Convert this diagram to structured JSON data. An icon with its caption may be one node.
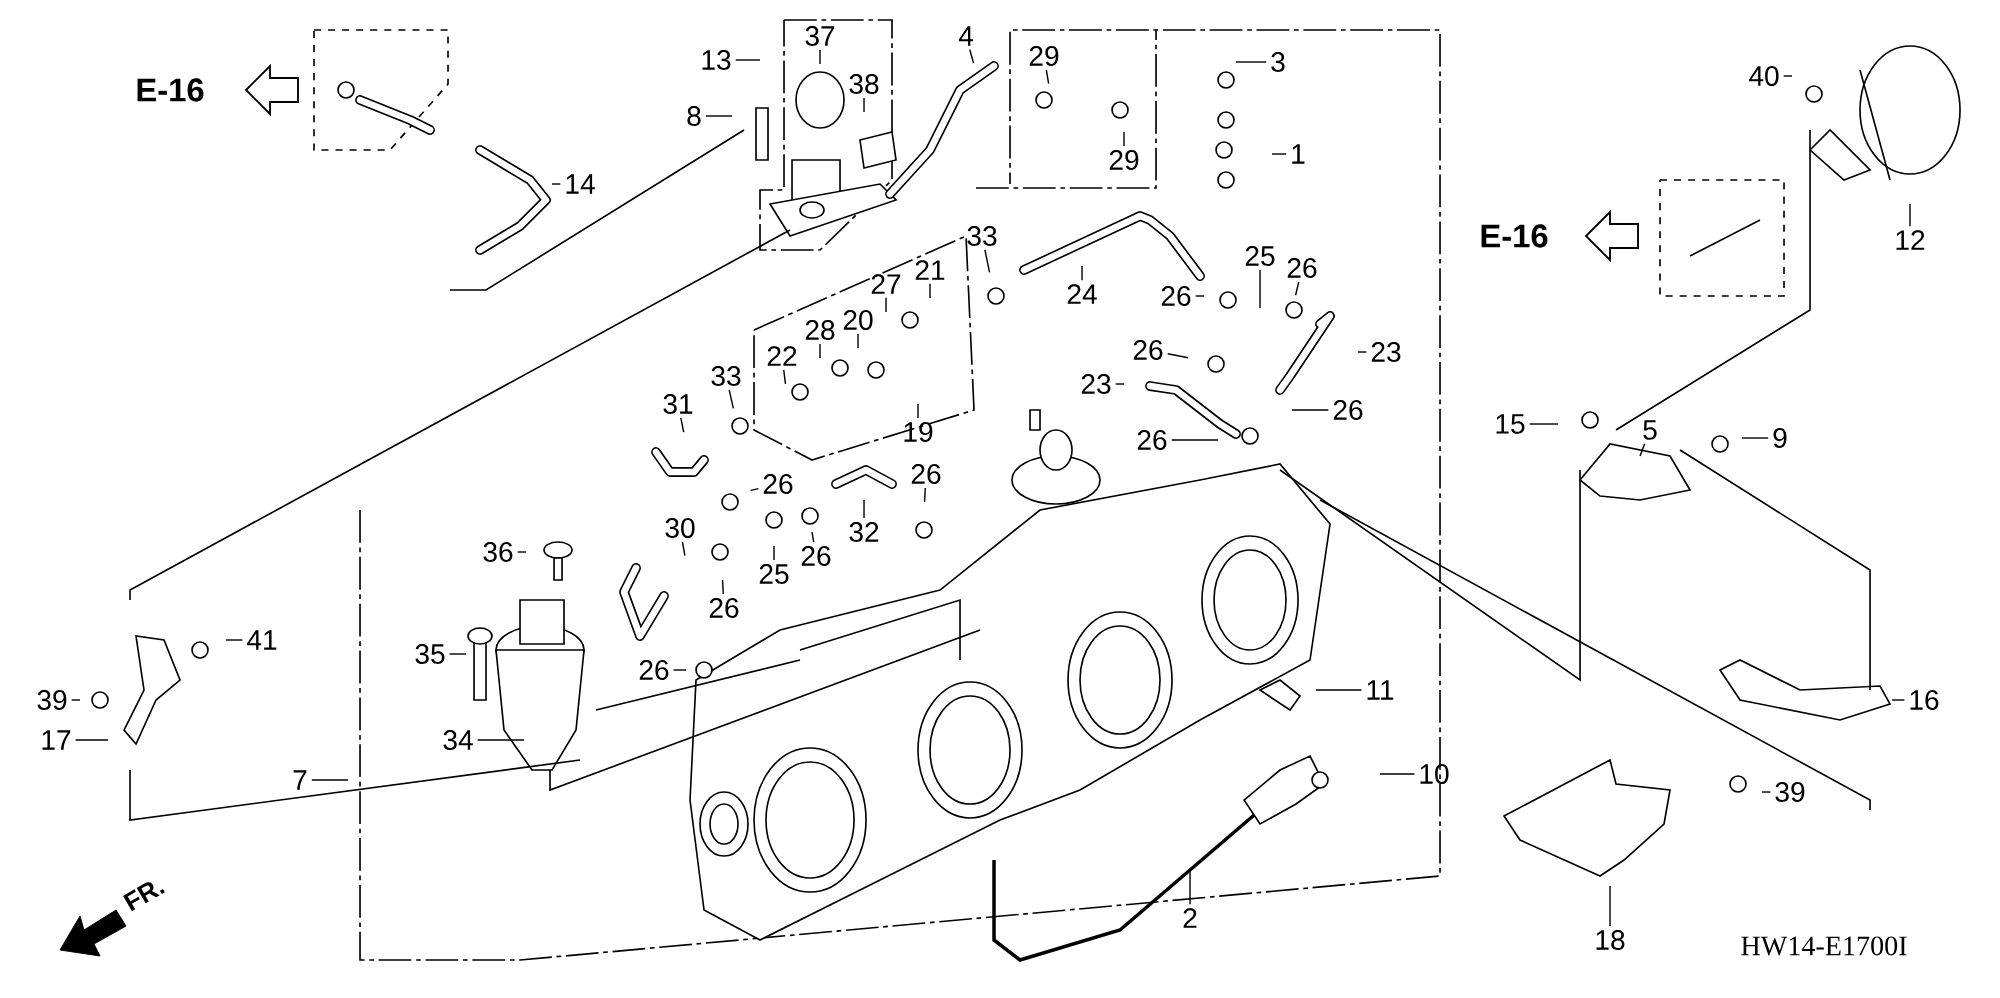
{
  "diagram": {
    "nodes": [
      {
        "text": [
          "37"
        ]
      },
      {
        "text": [
          "13"
        ]
      },
      {
        "text": [
          "38"
        ]
      },
      {
        "text": [
          "4"
        ]
      },
      {
        "text": [
          "8"
        ]
      },
      {
        "text": [
          "14"
        ]
      },
      {
        "text": [
          "29"
        ]
      },
      {
        "text": [
          "29"
        ]
      },
      {
        "text": [
          "3"
        ]
      },
      {
        "text": [
          "1"
        ]
      },
      {
        "text": [
          "33"
        ]
      },
      {
        "text": [
          "21"
        ]
      },
      {
        "text": [
          "27"
        ]
      },
      {
        "text": [
          "20"
        ]
      },
      {
        "text": [
          "28"
        ]
      },
      {
        "text": [
          "22"
        ]
      },
      {
        "text": [
          "33"
        ]
      },
      {
        "text": [
          "19"
        ]
      },
      {
        "text": [
          "31"
        ]
      },
      {
        "text": [
          "24"
        ]
      },
      {
        "text": [
          "26"
        ]
      },
      {
        "text": [
          "25"
        ]
      },
      {
        "text": [
          "26"
        ]
      },
      {
        "text": [
          "23"
        ]
      },
      {
        "text": [
          "26"
        ]
      },
      {
        "text": [
          "23"
        ]
      },
      {
        "text": [
          "26"
        ]
      },
      {
        "text": [
          "26"
        ]
      },
      {
        "text": [
          "26"
        ]
      },
      {
        "text": [
          "26"
        ]
      },
      {
        "text": [
          "32"
        ]
      },
      {
        "text": [
          "30"
        ]
      },
      {
        "text": [
          "26"
        ]
      },
      {
        "text": [
          "25"
        ]
      },
      {
        "text": [
          "26"
        ]
      },
      {
        "text": [
          "36"
        ]
      },
      {
        "text": [
          "35"
        ]
      },
      {
        "text": [
          "26"
        ]
      },
      {
        "text": [
          "34"
        ]
      },
      {
        "text": [
          "7"
        ]
      },
      {
        "text": [
          "41"
        ]
      },
      {
        "text": [
          "39"
        ]
      },
      {
        "text": [
          "17"
        ]
      },
      {
        "text": [
          "40"
        ]
      },
      {
        "text": [
          "12"
        ]
      },
      {
        "text": [
          "15"
        ]
      },
      {
        "text": [
          "5"
        ]
      },
      {
        "text": [
          "9"
        ]
      },
      {
        "text": [
          "11"
        ]
      },
      {
        "text": [
          "10"
        ]
      },
      {
        "text": [
          "2"
        ]
      },
      {
        "text": [
          "16"
        ]
      },
      {
        "text": [
          "39"
        ]
      },
      {
        "text": [
          "18"
        ]
      }
    ],
    "edges": [
      {
        "from": 0,
        "to": null,
        "arrow": "none"
      },
      {
        "from": 1,
        "to": null,
        "arrow": "none"
      },
      {
        "from": 2,
        "to": null,
        "arrow": "none"
      },
      {
        "from": 3,
        "to": null,
        "arrow": "none"
      },
      {
        "from": 4,
        "to": null,
        "arrow": "none"
      },
      {
        "from": 5,
        "to": null,
        "arrow": "none"
      },
      {
        "from": 6,
        "to": null,
        "arrow": "none"
      },
      {
        "from": 7,
        "to": null,
        "arrow": "none"
      },
      {
        "from": 8,
        "to": null,
        "arrow": "none"
      },
      {
        "from": 9,
        "to": null,
        "arrow": "none"
      },
      {
        "from": 10,
        "to": null,
        "arrow": "none"
      },
      {
        "from": 11,
        "to": null,
        "arrow": "none"
      },
      {
        "from": 12,
        "to": null,
        "arrow": "none"
      },
      {
        "from": 13,
        "to": null,
        "arrow": "none"
      },
      {
        "from": 14,
        "to": null,
        "arrow": "none"
      },
      {
        "from": 15,
        "to": null,
        "arrow": "none"
      },
      {
        "from": 16,
        "to": null,
        "arrow": "none"
      },
      {
        "from": 17,
        "to": null,
        "arrow": "none"
      },
      {
        "from": 18,
        "to": null,
        "arrow": "none"
      },
      {
        "from": 19,
        "to": null,
        "arrow": "none"
      },
      {
        "from": 20,
        "to": null,
        "arrow": "none"
      },
      {
        "from": 21,
        "to": null,
        "arrow": "none"
      },
      {
        "from": 22,
        "to": null,
        "arrow": "none"
      },
      {
        "from": 23,
        "to": null,
        "arrow": "none"
      },
      {
        "from": 24,
        "to": null,
        "arrow": "none"
      },
      {
        "from": 25,
        "to": null,
        "arrow": "none"
      },
      {
        "from": 26,
        "to": null,
        "arrow": "none"
      },
      {
        "from": 27,
        "to": null,
        "arrow": "none"
      },
      {
        "from": 28,
        "to": null,
        "arrow": "none"
      },
      {
        "from": 29,
        "to": null,
        "arrow": "none"
      },
      {
        "from": 30,
        "to": null,
        "arrow": "none"
      },
      {
        "from": 31,
        "to": null,
        "arrow": "none"
      },
      {
        "from": 32,
        "to": null,
        "arrow": "none"
      },
      {
        "from": 33,
        "to": null,
        "arrow": "none"
      },
      {
        "from": 34,
        "to": null,
        "arrow": "none"
      },
      {
        "from": 35,
        "to": null,
        "arrow": "none"
      },
      {
        "from": 36,
        "to": null,
        "arrow": "none"
      },
      {
        "from": 37,
        "to": null,
        "arrow": "none"
      },
      {
        "from": 38,
        "to": null,
        "arrow": "none"
      },
      {
        "from": 39,
        "to": null,
        "arrow": "none"
      },
      {
        "from": 40,
        "to": null,
        "arrow": "none"
      },
      {
        "from": 41,
        "to": null,
        "arrow": "none"
      },
      {
        "from": 42,
        "to": null,
        "arrow": "none"
      },
      {
        "from": 43,
        "to": null,
        "arrow": "none"
      },
      {
        "from": 44,
        "to": null,
        "arrow": "none"
      },
      {
        "from": 45,
        "to": null,
        "arrow": "none"
      },
      {
        "from": 46,
        "to": null,
        "arrow": "none"
      },
      {
        "from": 47,
        "to": null,
        "arrow": "none"
      },
      {
        "from": 48,
        "to": null,
        "arrow": "none"
      },
      {
        "from": 49,
        "to": null,
        "arrow": "none"
      },
      {
        "from": 50,
        "to": null,
        "arrow": "none"
      },
      {
        "from": 51,
        "to": null,
        "arrow": "none"
      },
      {
        "from": 52,
        "to": null,
        "arrow": "none"
      },
      {
        "from": 53,
        "to": null,
        "arrow": "none"
      }
    ],
    "labels": [
      "E-16",
      "E-16",
      "FR.",
      "HW14-E1700I"
    ]
  }
}
